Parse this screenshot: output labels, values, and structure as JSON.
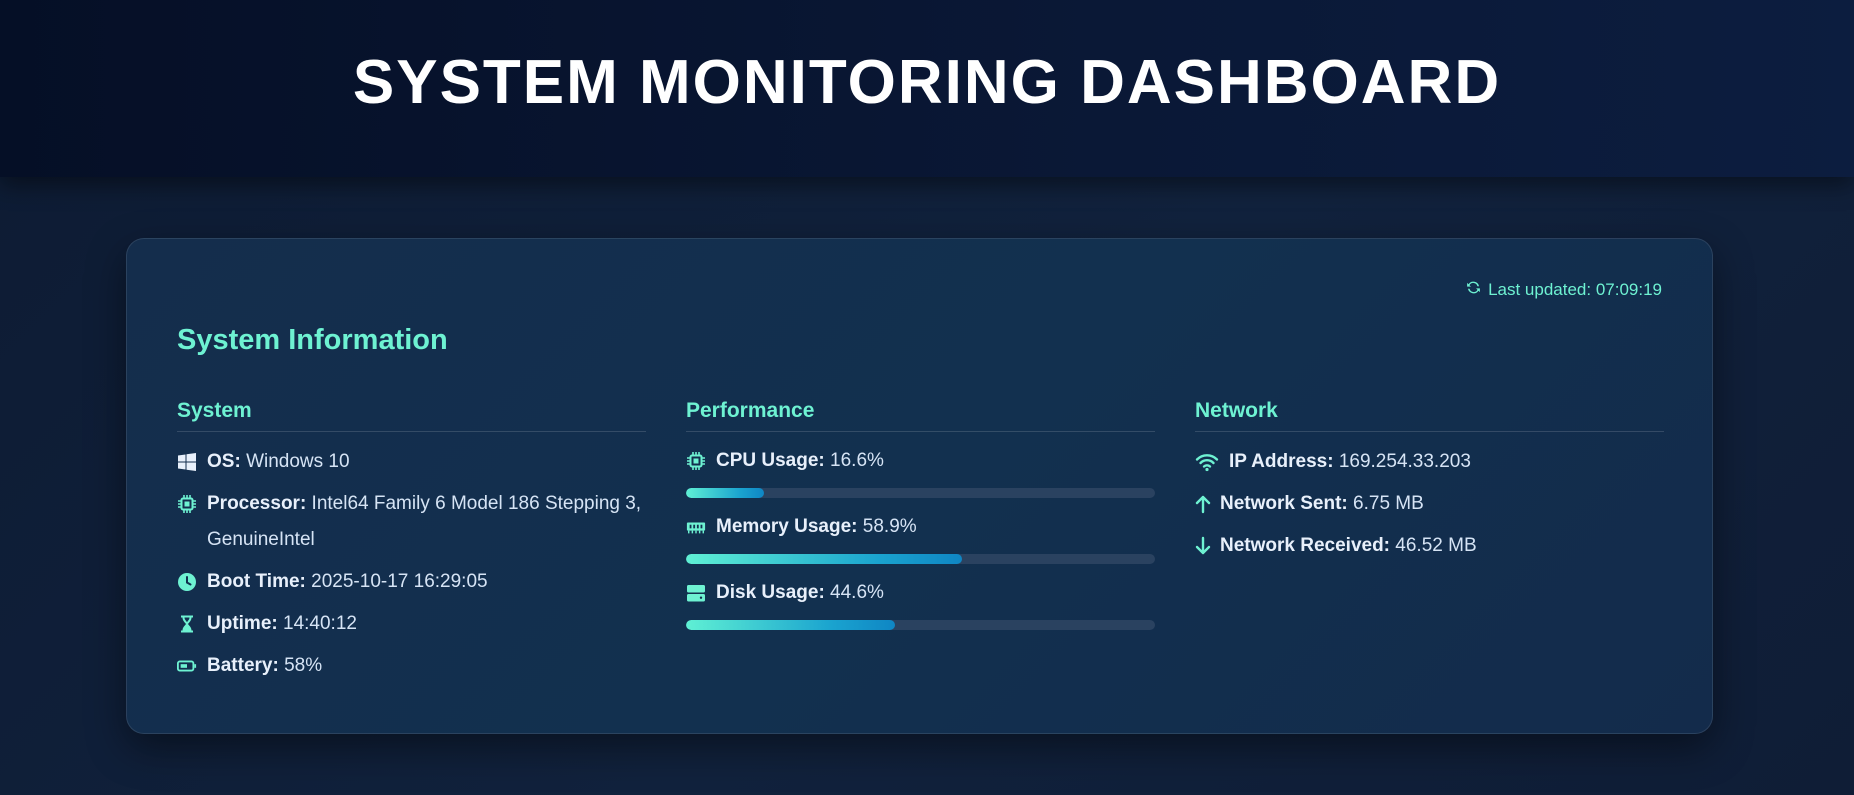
{
  "header": {
    "title": "SYSTEM MONITORING DASHBOARD"
  },
  "card": {
    "last_updated": "Last updated: 07:09:19",
    "title": "System Information"
  },
  "system": {
    "heading": "System",
    "os_label": "OS:",
    "os_value": "Windows 10",
    "processor_label": "Processor:",
    "processor_value": "Intel64 Family 6 Model 186 Stepping 3, GenuineIntel",
    "boot_label": "Boot Time:",
    "boot_value": "2025-10-17 16:29:05",
    "uptime_label": "Uptime:",
    "uptime_value": "14:40:12",
    "battery_label": "Battery:",
    "battery_value": "58%"
  },
  "performance": {
    "heading": "Performance",
    "cpu_label": "CPU Usage:",
    "cpu_value": "16.6%",
    "cpu_percent": 16.6,
    "memory_label": "Memory Usage:",
    "memory_value": "58.9%",
    "memory_percent": 58.9,
    "disk_label": "Disk Usage:",
    "disk_value": "44.6%",
    "disk_percent": 44.6
  },
  "network": {
    "heading": "Network",
    "ip_label": "IP Address:",
    "ip_value": "169.254.33.203",
    "sent_label": "Network Sent:",
    "sent_value": "6.75 MB",
    "received_label": "Network Received:",
    "received_value": "46.52 MB"
  },
  "colors": {
    "accent": "#6ef2d2",
    "bar_track": "#2a4260"
  },
  "icons": {
    "refresh": "refresh-icon",
    "os": "windows-icon",
    "processor": "chip-icon",
    "boot": "clock-icon",
    "uptime": "hourglass-icon",
    "battery": "battery-icon",
    "cpu": "chip-icon",
    "memory": "memory-icon",
    "disk": "hdd-icon",
    "ip": "wifi-icon",
    "sent": "arrow-up-icon",
    "received": "arrow-down-icon"
  }
}
